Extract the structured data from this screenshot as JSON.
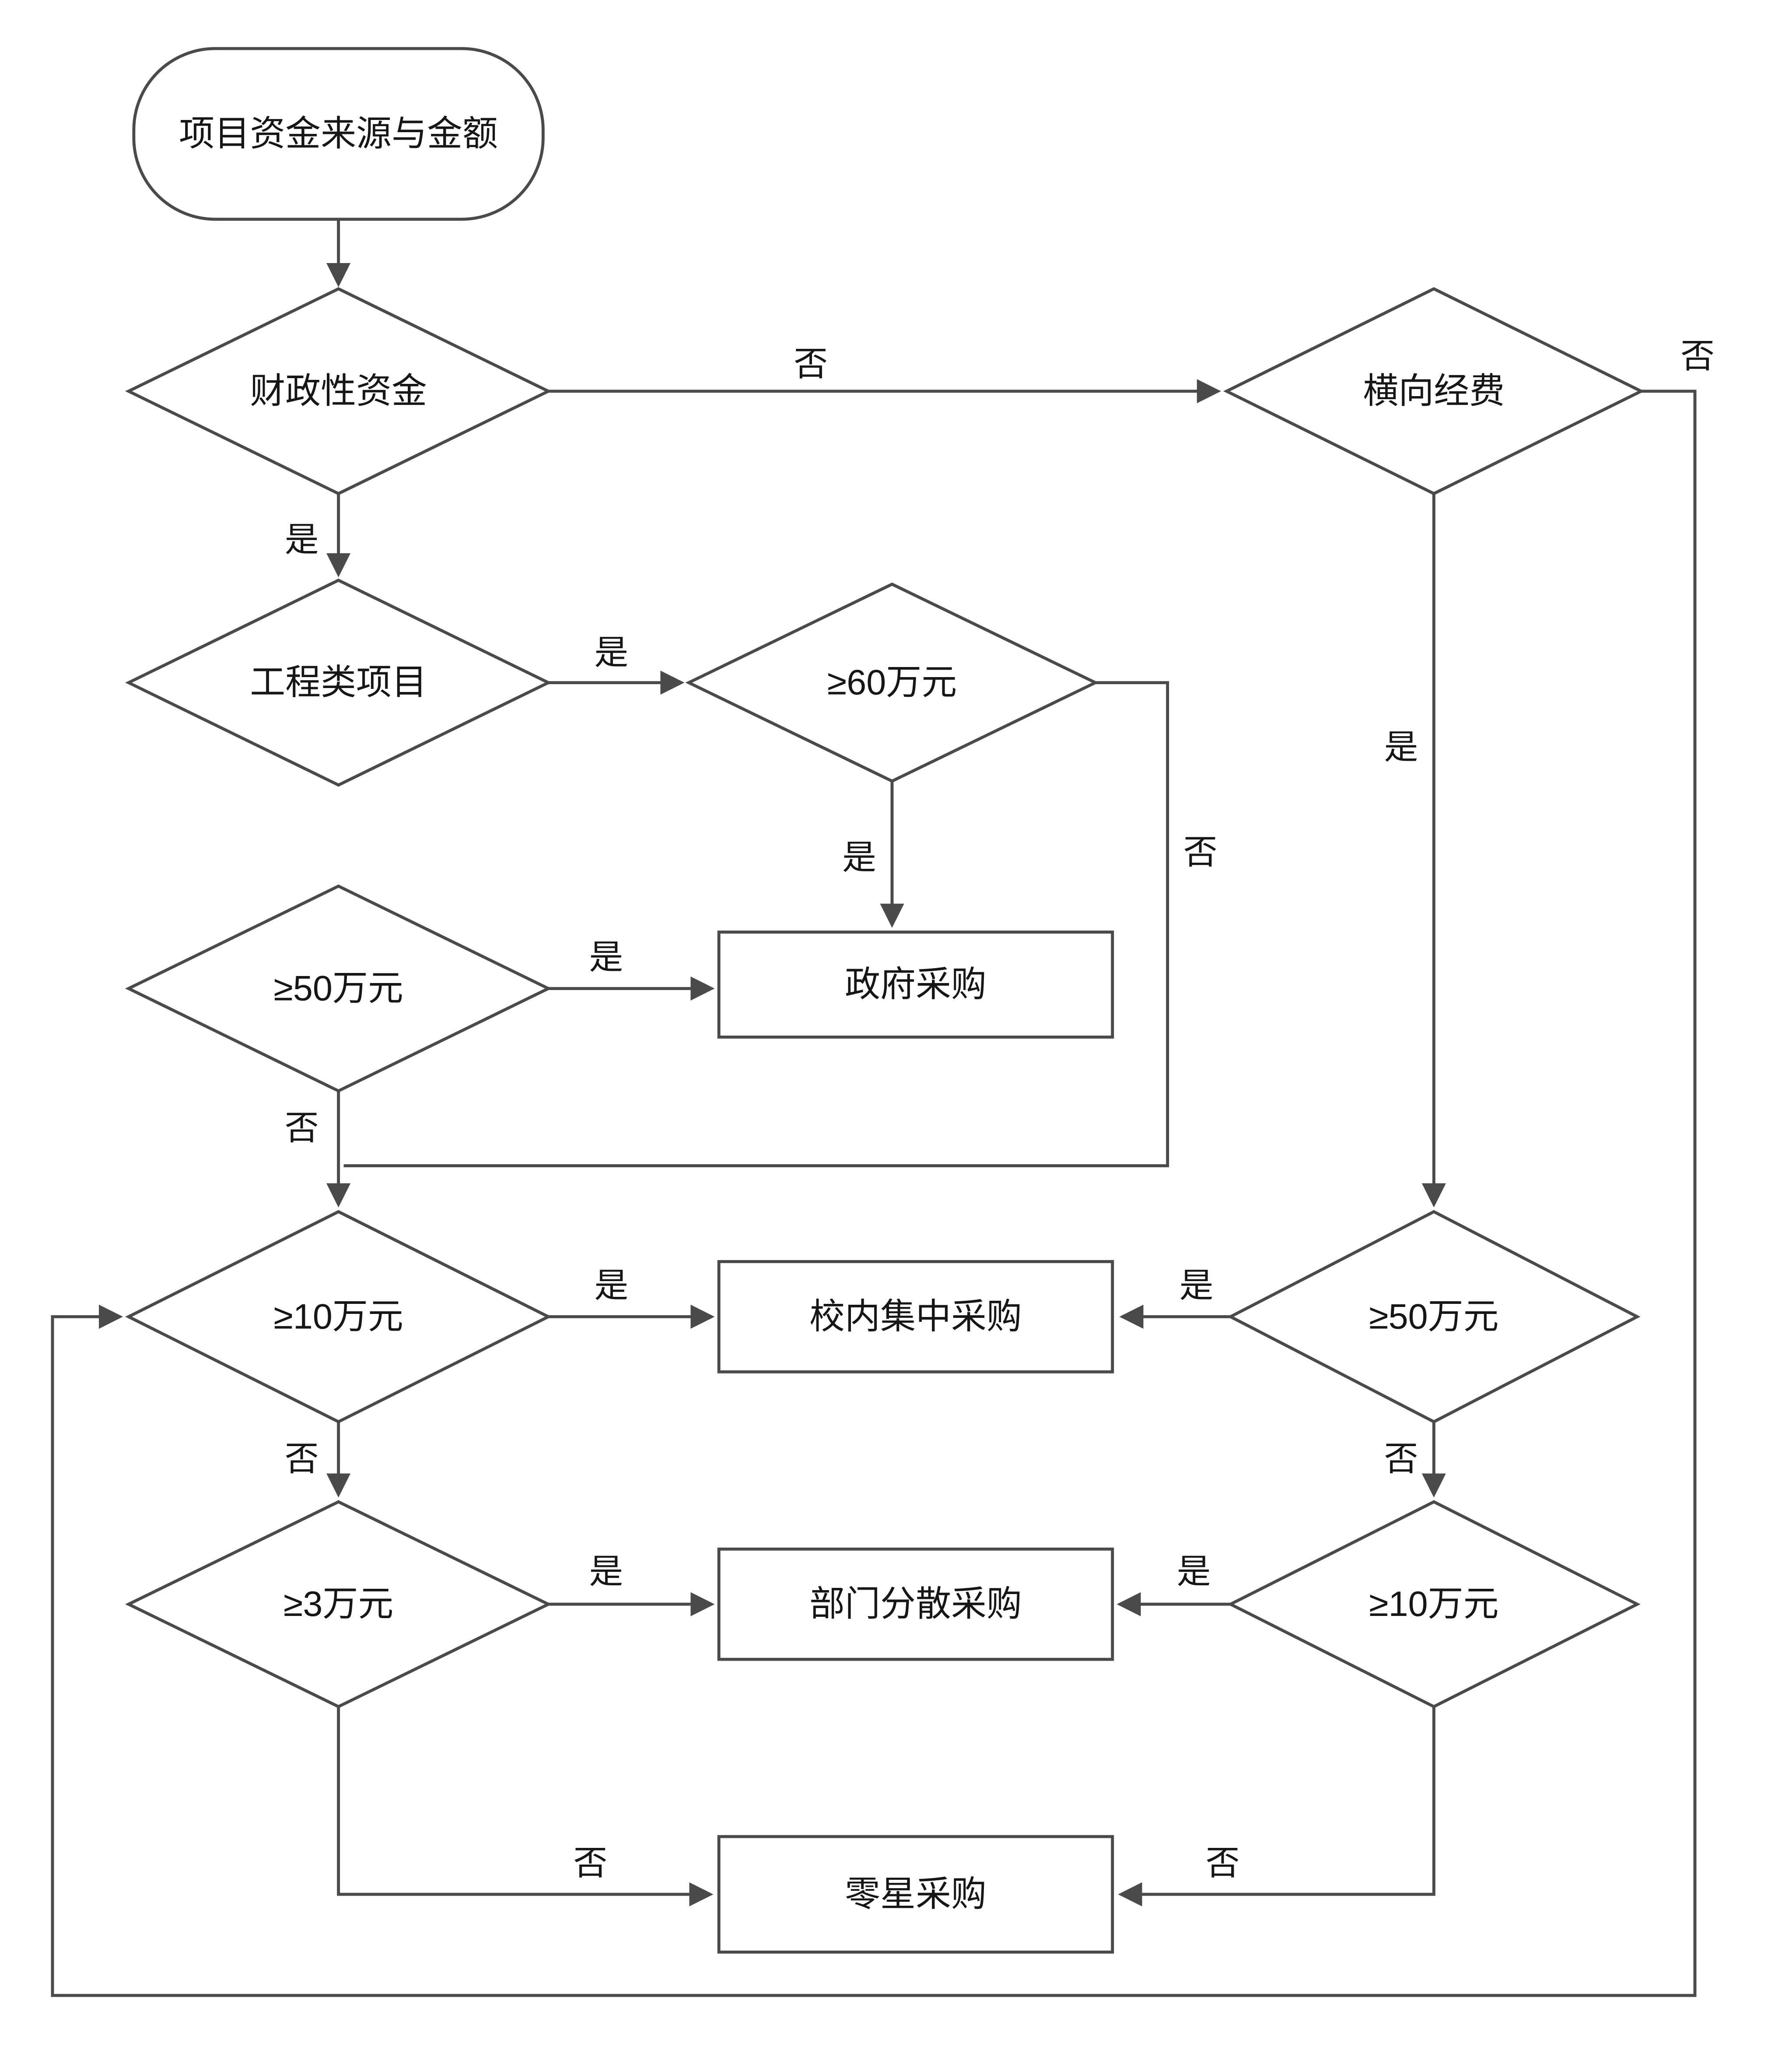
{
  "diagram": {
    "type": "flowchart",
    "language": "zh-CN",
    "background": "#ffffff"
  },
  "colors": {
    "line": "#4a4a4a",
    "text": "#161616",
    "node_fill": "#ffffff"
  },
  "nodes": {
    "start": {
      "label": "项目资金来源与金额",
      "type": "terminator"
    },
    "fiscal_funds": {
      "label": "财政性资金",
      "type": "decision"
    },
    "lateral_funds": {
      "label": "横向经费",
      "type": "decision"
    },
    "engineering_project": {
      "label": "工程类项目",
      "type": "decision"
    },
    "ge_60w": {
      "label": "≥60万元",
      "type": "decision"
    },
    "ge_50w_left": {
      "label": "≥50万元",
      "type": "decision"
    },
    "government_procurement": {
      "label": "政府采购",
      "type": "process"
    },
    "ge_10w_left": {
      "label": "≥10万元",
      "type": "decision"
    },
    "campus_centralized": {
      "label": "校内集中采购",
      "type": "process"
    },
    "ge_50w_right": {
      "label": "≥50万元",
      "type": "decision"
    },
    "ge_3w": {
      "label": "≥3万元",
      "type": "decision"
    },
    "department_decentralized": {
      "label": "部门分散采购",
      "type": "process"
    },
    "ge_10w_right": {
      "label": "≥10万元",
      "type": "decision"
    },
    "sporadic_procurement": {
      "label": "零星采购",
      "type": "process"
    }
  },
  "edge_labels": {
    "yes": "是",
    "no": "否"
  }
}
